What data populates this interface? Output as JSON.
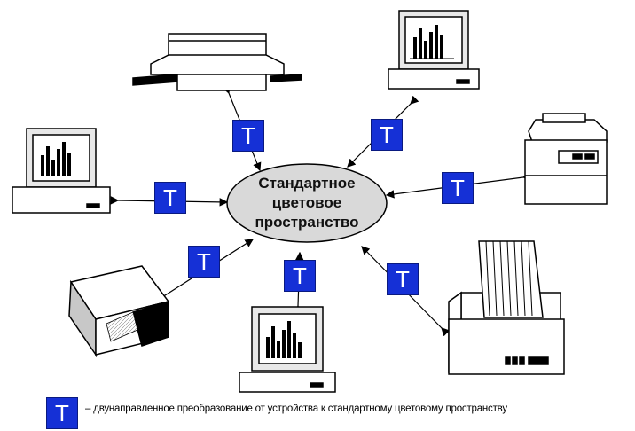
{
  "center": {
    "line1": "Стандартное",
    "line2": "цветовое",
    "line3": "пространство"
  },
  "transform_symbol": "T",
  "legend": {
    "symbol": "T",
    "text": "– двунаправленное преобразование от устройства к стандартному цветовому пространству"
  },
  "colors": {
    "transform_box": "#1530d6",
    "ellipse_fill": "#d9d9d9"
  }
}
